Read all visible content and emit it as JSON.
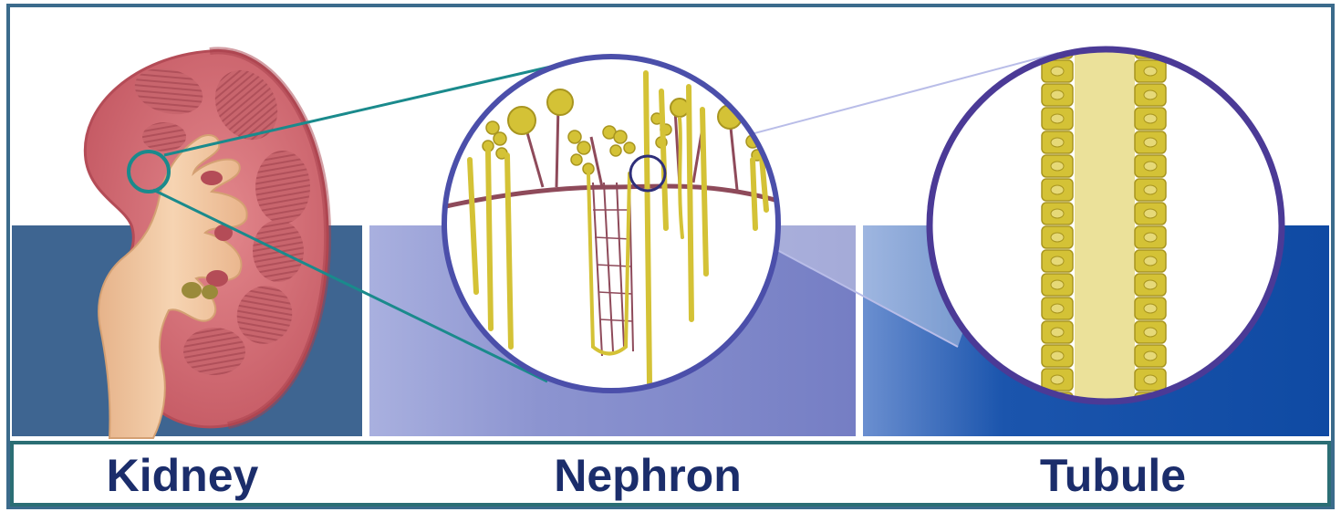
{
  "labels": {
    "kidney": "Kidney",
    "nephron": "Nephron",
    "tubule": "Tubule"
  },
  "colors": {
    "frame": "#3b6b8c",
    "caption_border": "#2b6e74",
    "panel_kidney": "#3e6591",
    "panel_nephron": "#7d86c8",
    "panel_tubule": "#1049a4",
    "kidney_tissue": "#d9787e",
    "kidney_pelvis": "#f0c8a0",
    "tubule_cells": "#d4c236",
    "lumen": "#ebe19a",
    "blood_vessel": "#8e4a5a",
    "magnifier_ring": "#4b4faa",
    "zoom_line": "#1a8a8c",
    "caption_text": "#1b2d6b"
  }
}
